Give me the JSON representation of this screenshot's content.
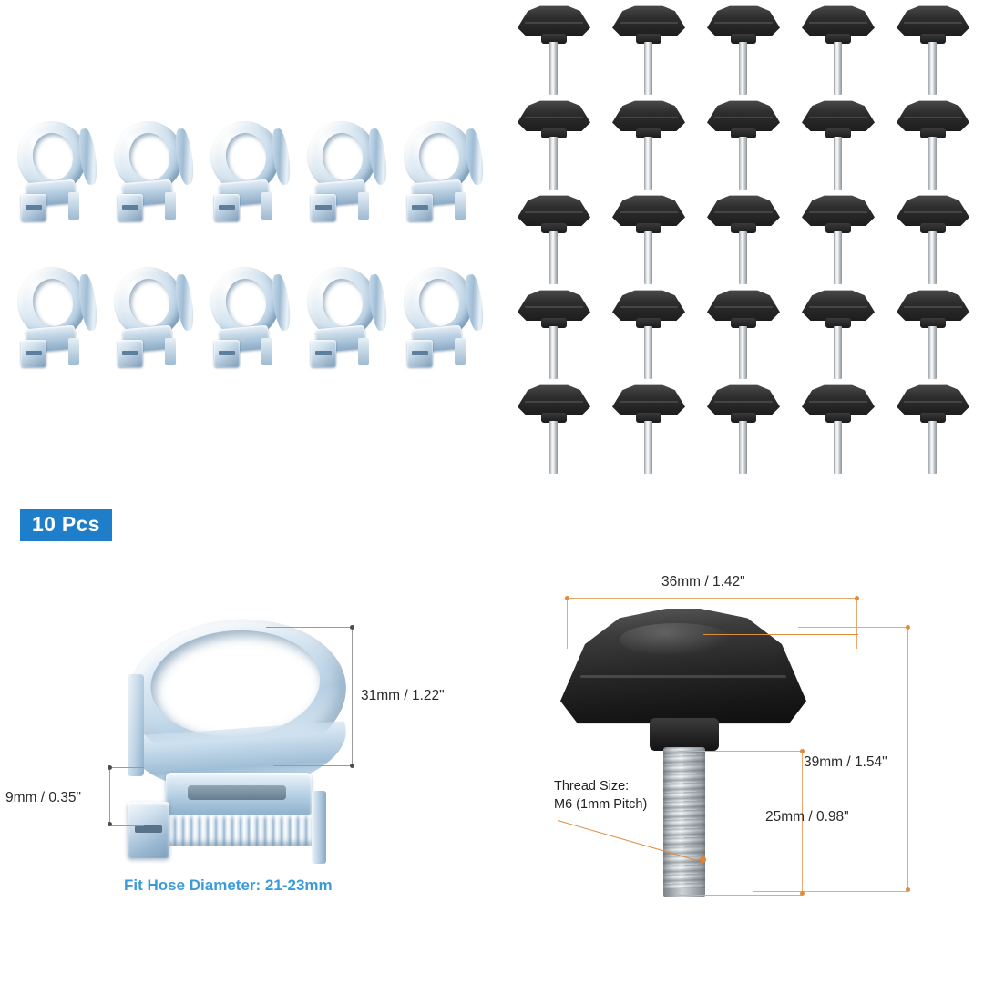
{
  "product": {
    "badge": "10 Pcs",
    "clamp_count": 10,
    "knob_count": 25,
    "accent_blue": "#1e7ec9",
    "note_blue": "#3b9bd8",
    "dim_gray": "#9a9a9a",
    "dim_orange": "#e8a96a"
  },
  "clamp_diagram": {
    "name": "hose-clamp",
    "height_label": "31mm / 1.22\"",
    "width_label": "9mm / 0.35\"",
    "fit_note": "Fit Hose Diameter: 21-23mm"
  },
  "knob_diagram": {
    "name": "star-knob",
    "top_width_label": "36mm / 1.42\"",
    "total_height_label": "39mm / 1.54\"",
    "thread_length_label": "25mm / 0.98\"",
    "thread_note": "Thread Size:\nM6 (1mm Pitch)"
  }
}
